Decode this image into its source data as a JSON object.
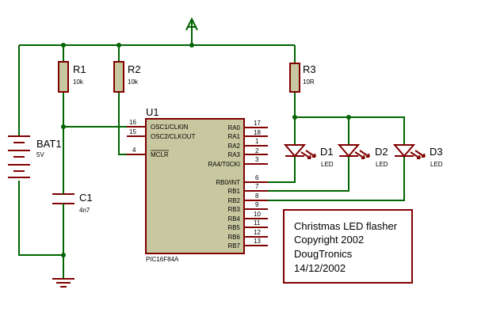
{
  "components": {
    "r1": {
      "ref": "R1",
      "value": "10k"
    },
    "r2": {
      "ref": "R2",
      "value": "10k"
    },
    "r3": {
      "ref": "R3",
      "value": "10R"
    },
    "bat1": {
      "ref": "BAT1",
      "value": "5V"
    },
    "c1": {
      "ref": "C1",
      "value": "4n7"
    },
    "d1": {
      "ref": "D1",
      "value": "LED"
    },
    "d2": {
      "ref": "D2",
      "value": "LED"
    },
    "d3": {
      "ref": "D3",
      "value": "LED"
    }
  },
  "ic": {
    "ref": "U1",
    "part": "PIC16F84A",
    "left_pins": [
      {
        "name": "OSC1/CLKIN",
        "num": "16"
      },
      {
        "name": "OSC2/CLKOUT",
        "num": "15"
      },
      {
        "name": "MCLR",
        "num": "4"
      }
    ],
    "right_pins": [
      {
        "name": "RA0",
        "num": "17"
      },
      {
        "name": "RA1",
        "num": "18"
      },
      {
        "name": "RA2",
        "num": "1"
      },
      {
        "name": "RA3",
        "num": "2"
      },
      {
        "name": "RA4/T0CKI",
        "num": "3"
      },
      {
        "name": "RB0/INT",
        "num": "6"
      },
      {
        "name": "RB1",
        "num": "7"
      },
      {
        "name": "RB2",
        "num": "8"
      },
      {
        "name": "RB3",
        "num": "9"
      },
      {
        "name": "RB4",
        "num": "10"
      },
      {
        "name": "RB5",
        "num": "11"
      },
      {
        "name": "RB6",
        "num": "12"
      },
      {
        "name": "RB7",
        "num": "13"
      }
    ]
  },
  "note": {
    "lines": [
      "Christmas LED flasher",
      "Copyright 2002",
      "DougTronics",
      "14/12/2002"
    ]
  }
}
